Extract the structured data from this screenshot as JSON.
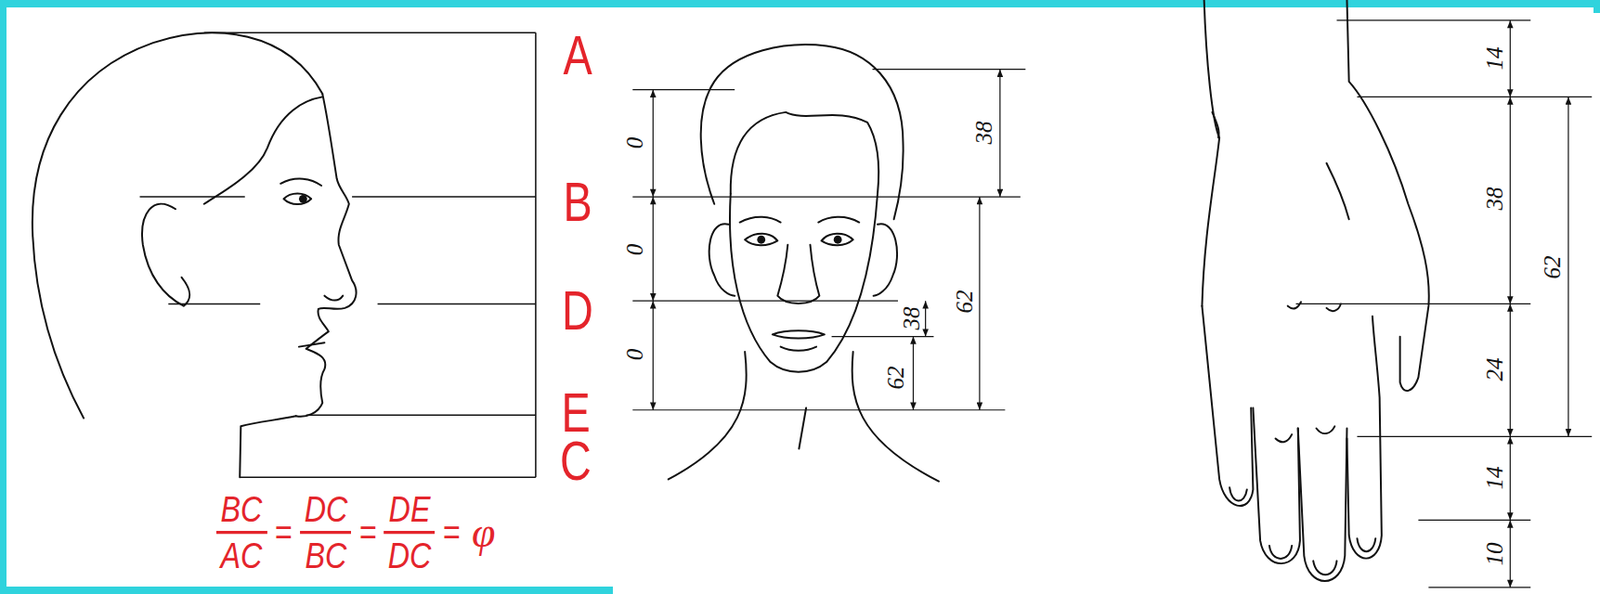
{
  "diagram": {
    "labels": [
      "A",
      "B",
      "D",
      "E",
      "C",
      "BC",
      "AC",
      "=",
      "DC",
      "BC",
      "=",
      "DE",
      "DC",
      "=",
      "φ",
      "0",
      "0",
      "0",
      "38",
      "62",
      "38",
      "62",
      "14",
      "38",
      "24",
      "14",
      "10",
      "62"
    ]
  }
}
